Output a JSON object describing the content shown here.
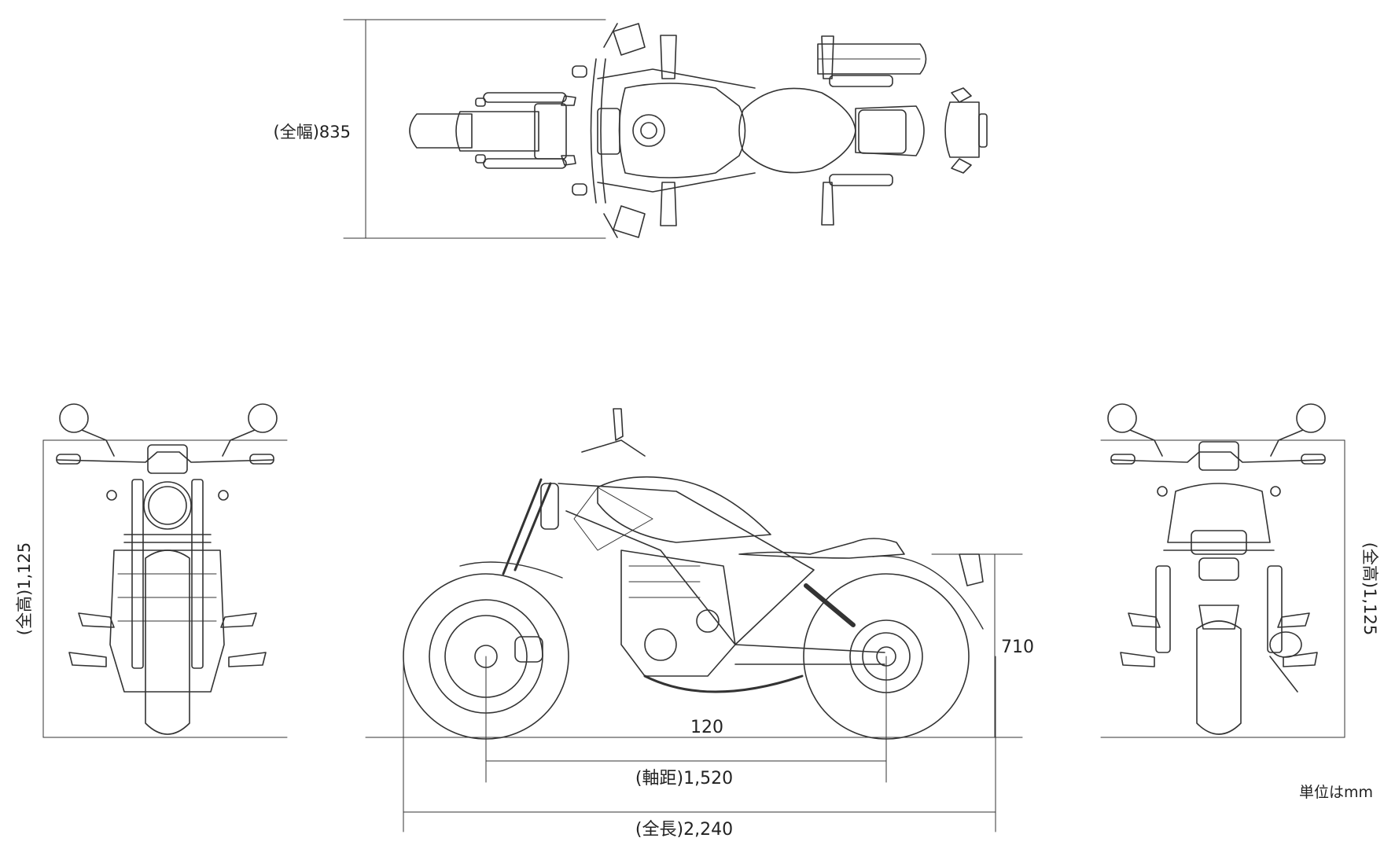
{
  "dimensions": {
    "overall_width": "(全幅)835",
    "overall_height_left": "(全高)1,125",
    "overall_height_right": "(全高)1,125",
    "seat_height": "710",
    "ground_clearance": "120",
    "wheelbase": "(軸距)1,520",
    "overall_length": "(全長)2,240"
  },
  "unit_note": "単位はmm",
  "colors": {
    "line": "#333333",
    "fill": "#ffffff"
  }
}
